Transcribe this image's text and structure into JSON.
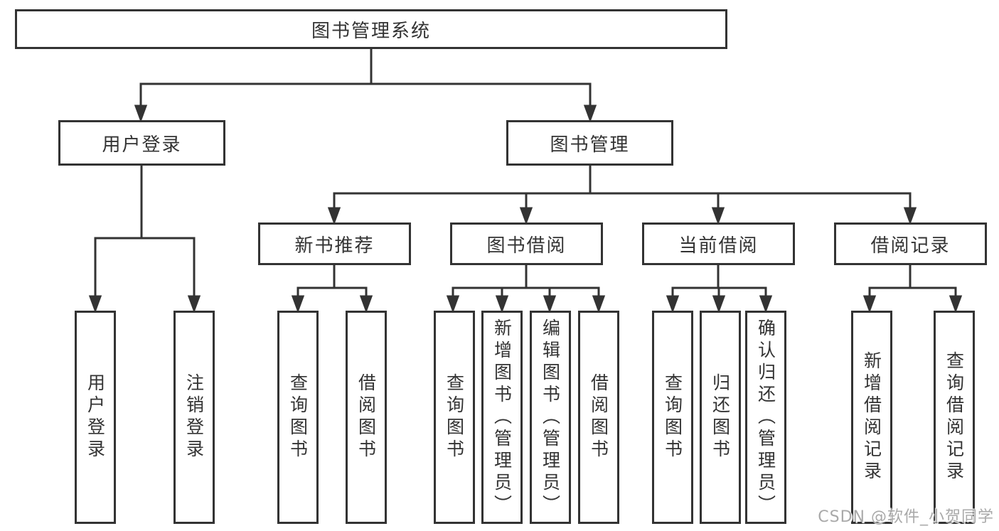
{
  "tree": {
    "root": {
      "label": "图书管理系统"
    },
    "branches": [
      {
        "label": "用户登录",
        "children": [
          {
            "label": "用户登录"
          },
          {
            "label": "注销登录"
          }
        ]
      },
      {
        "label": "图书管理",
        "groups": [
          {
            "label": "新书推荐",
            "children": [
              {
                "label": "查询图书"
              },
              {
                "label": "借阅图书"
              }
            ]
          },
          {
            "label": "图书借阅",
            "children": [
              {
                "label": "查询图书"
              },
              {
                "label": "新增图书（管理员）"
              },
              {
                "label": "编辑图书（管理员）"
              },
              {
                "label": "借阅图书"
              }
            ]
          },
          {
            "label": "当前借阅",
            "children": [
              {
                "label": "查询图书"
              },
              {
                "label": "归还图书"
              },
              {
                "label": "确认归还（管理员）"
              }
            ]
          },
          {
            "label": "借阅记录",
            "children": [
              {
                "label": "新增借阅记录"
              },
              {
                "label": "查询借阅记录"
              }
            ]
          }
        ]
      }
    ]
  },
  "watermark": {
    "text": "CSDN @软件_小贺同学"
  },
  "colors": {
    "line": "#333333",
    "text": "#333333",
    "node_background": "#ffffff",
    "page_background": "#ffffff",
    "watermark": "#a9a9a9"
  }
}
